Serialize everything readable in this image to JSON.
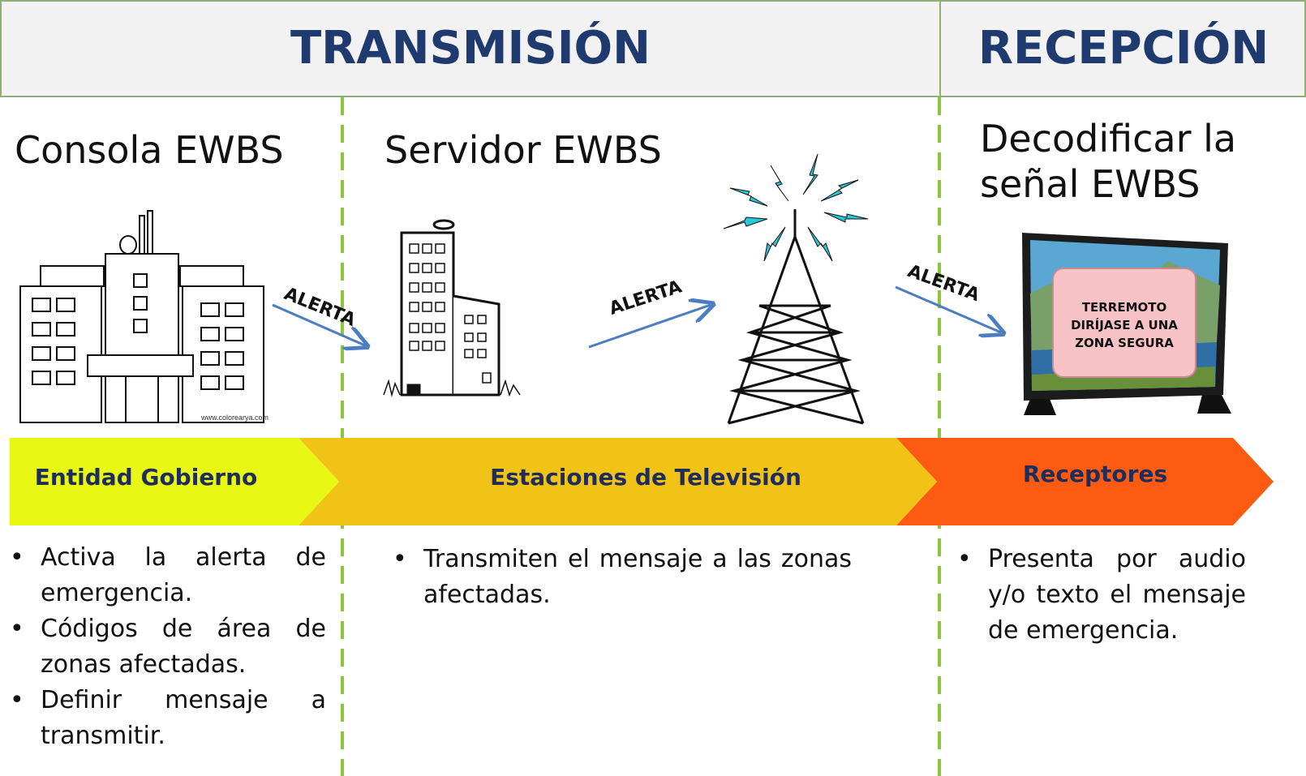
{
  "header": {
    "left_title": "TRANSMISIÓN",
    "right_title": "RECEPCIÓN"
  },
  "columns": [
    {
      "title_lines": [
        "Consola EWBS"
      ]
    },
    {
      "title_lines": [
        "Servidor EWBS"
      ]
    },
    {
      "title_lines": [
        "Decodificar la",
        "señal EWBS"
      ]
    }
  ],
  "arrows": {
    "alert_label": "ALERTA"
  },
  "building_credit": "www.colorearya.com",
  "tv_message": [
    "TERREMOTO",
    "DIRÍJASE A UNA",
    "ZONA SEGURA"
  ],
  "flow_bands": [
    {
      "label": "Entidad Gobierno",
      "color": "#e8f814"
    },
    {
      "label": "Estaciones de Televisión",
      "color": "#f2c317"
    },
    {
      "label": "Receptores",
      "color": "#fd5b12"
    }
  ],
  "descriptions": [
    {
      "items": [
        "Activa la alerta de emergencia.",
        "Códigos de área de zonas afectadas.",
        "Definir mensaje a transmitir."
      ]
    },
    {
      "items": [
        "Transmiten el mensaje a las zonas afectadas."
      ]
    },
    {
      "items": [
        "Presenta  por audio y/o texto el mensaje de emergencia."
      ]
    }
  ],
  "colors": {
    "header_text": "#1f3a6e",
    "divider": "#8cc63f",
    "arrow": "#4a7ec0",
    "header_bg": "#f2f2f2"
  }
}
